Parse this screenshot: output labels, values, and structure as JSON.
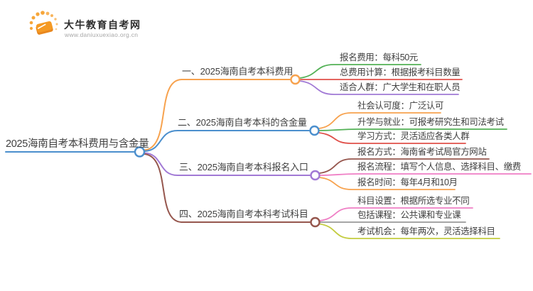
{
  "palette": {
    "orange": "#f7a24e",
    "blue": "#4b8fcd",
    "purple": "#a179d5",
    "brown": "#96574e",
    "green": "#53b156",
    "red": "#e0504a",
    "pink": "#ef7fc5",
    "gray": "#9a9a9a",
    "olive": "#c3cc3f",
    "text": "#3f3f3f",
    "logo_orange": "#f59a23"
  },
  "logo": {
    "site_name": "大牛教育自考网",
    "site_url": "www.daniuxuexiao.org.cn",
    "icon": "book-sunburst-icon"
  },
  "mindmap": {
    "root": {
      "label": "2025海南自考本科费用与含金量",
      "color": "blue"
    },
    "branches": [
      {
        "label": "一、2025海南自考本科费用",
        "color": "orange",
        "leaves": [
          {
            "text": "报名费用：每科50元",
            "color": "green"
          },
          {
            "text": "总费用计算：根据报考科目数量",
            "color": "red"
          },
          {
            "text": "适合人群：广大学生和在职人员",
            "color": "purple"
          }
        ]
      },
      {
        "label": "二、2025海南自考本科的含金量",
        "color": "blue",
        "leaves": [
          {
            "text": "社会认可度：广泛认可",
            "color": "orange"
          },
          {
            "text": "升学与就业：可报考研究生和司法考试",
            "color": "green"
          },
          {
            "text": "学习方式：灵活适应各类人群",
            "color": "red"
          }
        ]
      },
      {
        "label": "三、2025海南自考本科报名入口",
        "color": "purple",
        "leaves": [
          {
            "text": "报名方式：海南省考试局官方网站",
            "color": "brown"
          },
          {
            "text": "报名流程：填写个人信息、选择科目、缴费",
            "color": "pink"
          },
          {
            "text": "报名时间：每年4月和10月",
            "color": "orange"
          }
        ]
      },
      {
        "label": "四、2025海南自考本科考试科目",
        "color": "brown",
        "leaves": [
          {
            "text": "科目设置：根据所选专业不同",
            "color": "pink"
          },
          {
            "text": "包括课程：公共课和专业课",
            "color": "gray"
          },
          {
            "text": "考试机会：每年两次，灵活选择科目",
            "color": "olive"
          }
        ]
      }
    ]
  }
}
